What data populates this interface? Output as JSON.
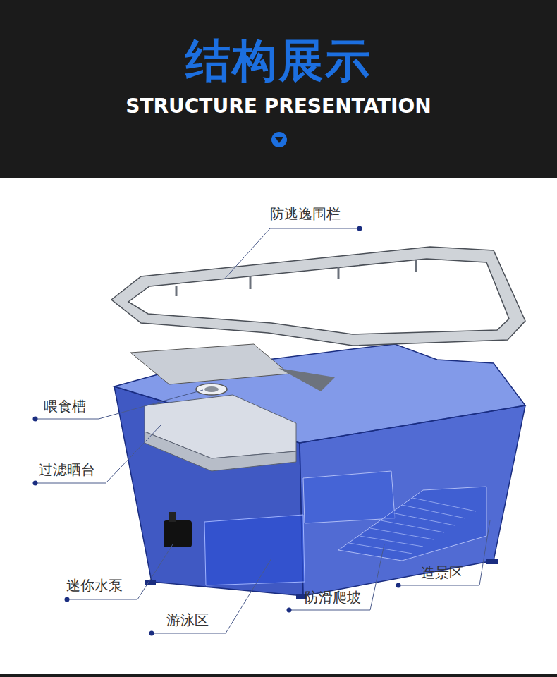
{
  "diagram": {
    "title": "结构展示",
    "labels": [
      "STRUCTURE PRESENTATION",
      "防逃逸围栏",
      "喂食槽",
      "过滤晒台",
      "迷你水泵",
      "游泳区",
      "防滑爬坡",
      "造景区"
    ]
  }
}
